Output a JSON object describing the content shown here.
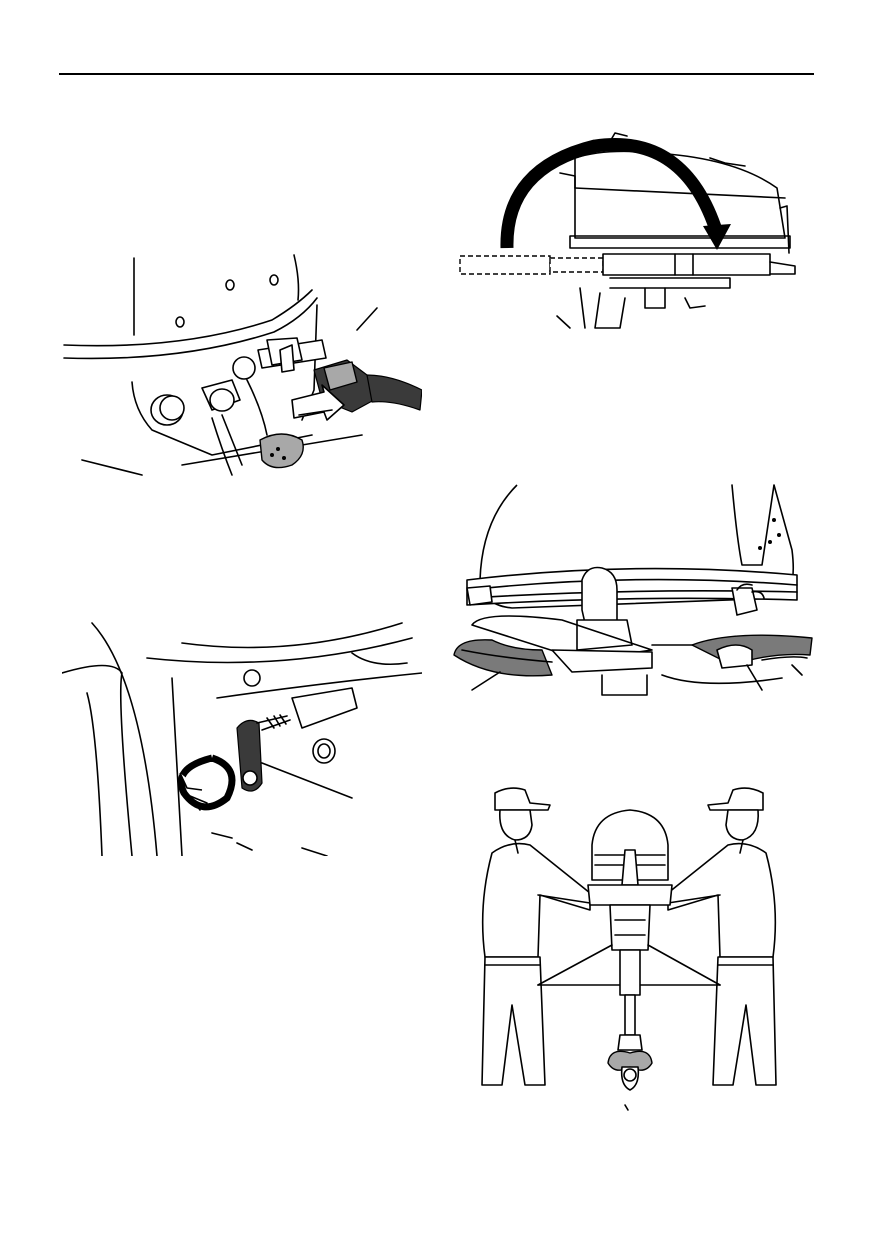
{
  "page": {
    "background": "#ffffff",
    "line_color": "#000000",
    "shade_color": "#7a7a7a"
  },
  "figures": [
    {
      "id": "fig-connector",
      "icon": "connector-unplug-illustration"
    },
    {
      "id": "fig-tiller-swing",
      "icon": "tiller-swing-illustration"
    },
    {
      "id": "fig-clamp-screw",
      "icon": "clamp-screw-illustration"
    },
    {
      "id": "fig-carry-handles",
      "icon": "carry-handle-illustration"
    },
    {
      "id": "fig-two-person-carry",
      "icon": "two-person-lift-illustration"
    }
  ]
}
